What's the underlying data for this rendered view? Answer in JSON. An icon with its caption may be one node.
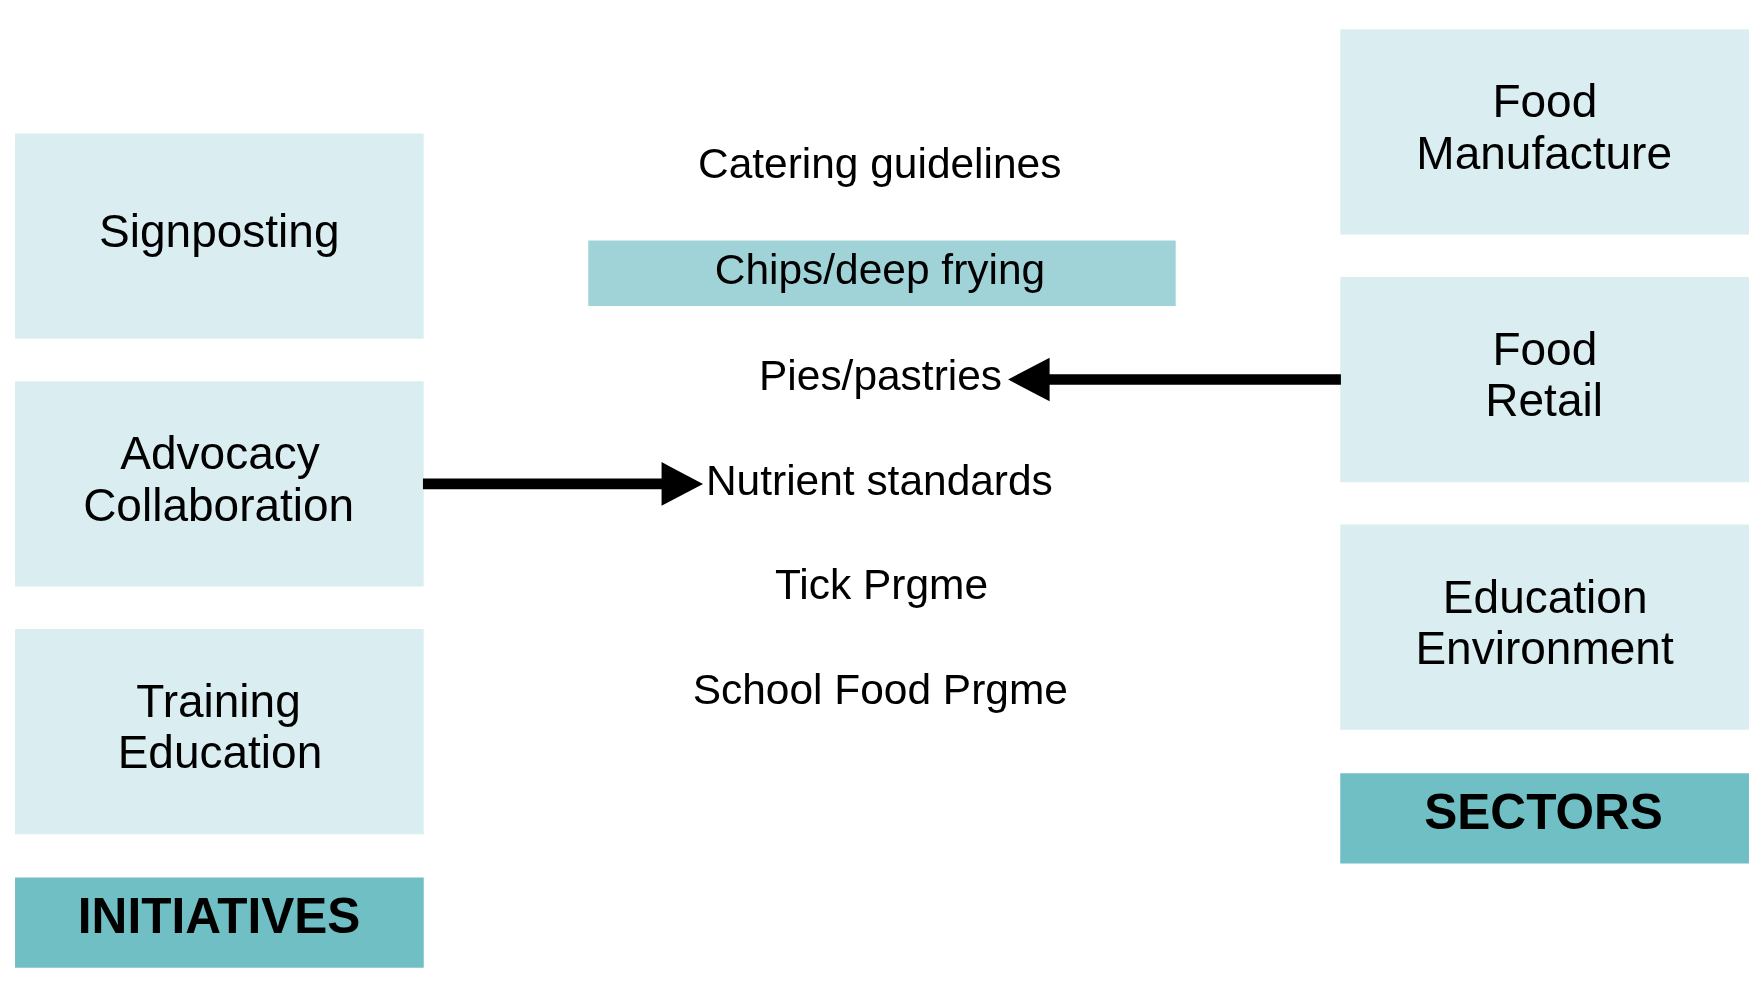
{
  "diagram": {
    "nodes": [
      {
        "text": [
          "Signposting"
        ]
      },
      {
        "text": [
          "Advocacy Collaboration"
        ]
      },
      {
        "text": [
          "Training Education"
        ]
      },
      {
        "text": [
          "INITIATIVES"
        ]
      },
      {
        "text": [
          "Catering guidelines"
        ]
      },
      {
        "text": [
          "Chips/deep frying"
        ]
      },
      {
        "text": [
          "Pies/pastries"
        ]
      },
      {
        "text": [
          "Nutrient standards"
        ]
      },
      {
        "text": [
          "Tick Prgme"
        ]
      },
      {
        "text": [
          "School Food Prgme"
        ]
      },
      {
        "text": [
          "Food Manufacture"
        ]
      },
      {
        "text": [
          "Food Retail"
        ]
      },
      {
        "text": [
          "Education Environment"
        ]
      },
      {
        "text": [
          "SECTORS"
        ]
      }
    ],
    "edges": [
      {
        "from": 1,
        "to": 7,
        "arrow": "to"
      },
      {
        "from": 11,
        "to": 6,
        "arrow": "to"
      }
    ]
  }
}
